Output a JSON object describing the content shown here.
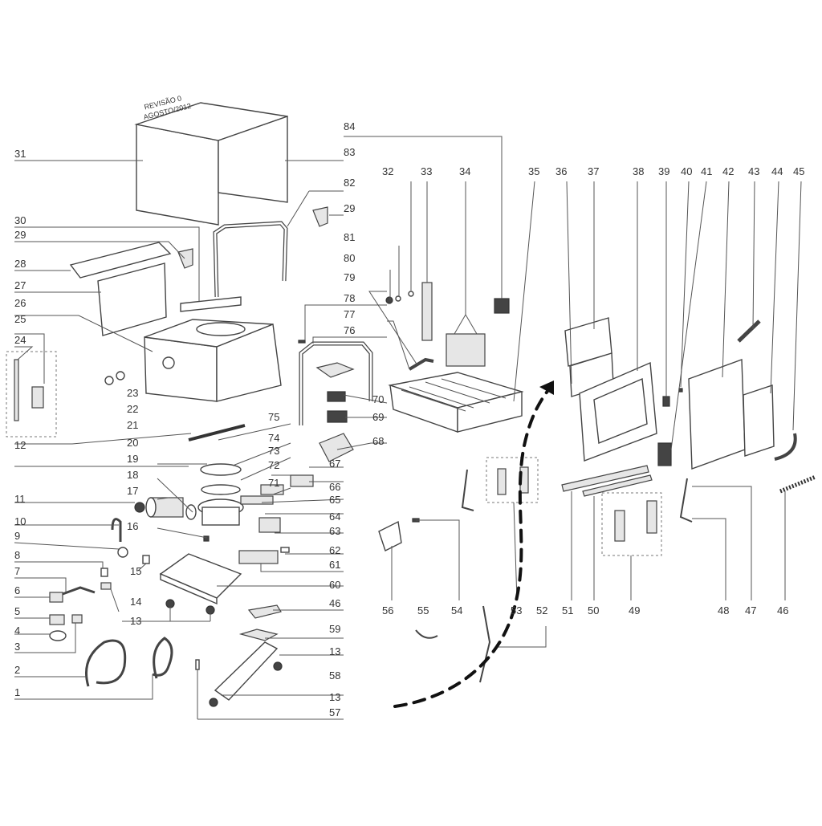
{
  "revision_stamp": [
    "REVISÃO 0",
    "AGOSTO/2012"
  ],
  "callouts": {
    "c1": "1",
    "c2": "2",
    "c3": "3",
    "c4": "4",
    "c5": "5",
    "c6": "6",
    "c7": "7",
    "c8": "8",
    "c9": "9",
    "c10": "10",
    "c11": "11",
    "c12": "12",
    "c13": "13",
    "c14": "14",
    "c15": "15",
    "c16": "16",
    "c17": "17",
    "c18": "18",
    "c19": "19",
    "c20": "20",
    "c21": "21",
    "c22": "22",
    "c23": "23",
    "c24": "24",
    "c25": "25",
    "c26": "26",
    "c27": "27",
    "c28": "28",
    "c29": "29",
    "c30": "30",
    "c31": "31",
    "c32": "32",
    "c33": "33",
    "c34": "34",
    "c35": "35",
    "c36": "36",
    "c37": "37",
    "c38": "38",
    "c39": "39",
    "c40": "40",
    "c41": "41",
    "c42": "42",
    "c43": "43",
    "c44": "44",
    "c45": "45",
    "c46": "46",
    "c47": "47",
    "c48": "48",
    "c49": "49",
    "c50": "50",
    "c51": "51",
    "c52": "52",
    "c53": "53",
    "c54": "54",
    "c55": "55",
    "c56": "56",
    "c57": "57",
    "c58": "58",
    "c59": "59",
    "c60": "60",
    "c61": "61",
    "c62": "62",
    "c63": "63",
    "c64": "64",
    "c65": "65",
    "c66": "66",
    "c67": "67",
    "c68": "68",
    "c69": "69",
    "c70": "70",
    "c71": "71",
    "c72": "72",
    "c73": "73",
    "c74": "74",
    "c75": "75",
    "c76": "76",
    "c77": "77",
    "c78": "78",
    "c79": "79",
    "c80": "80",
    "c81": "81",
    "c82": "82",
    "c83": "83",
    "c84": "84"
  },
  "colors": {
    "line": "#555555",
    "label": "#333333",
    "arrow": "#111111",
    "background": "#ffffff"
  }
}
